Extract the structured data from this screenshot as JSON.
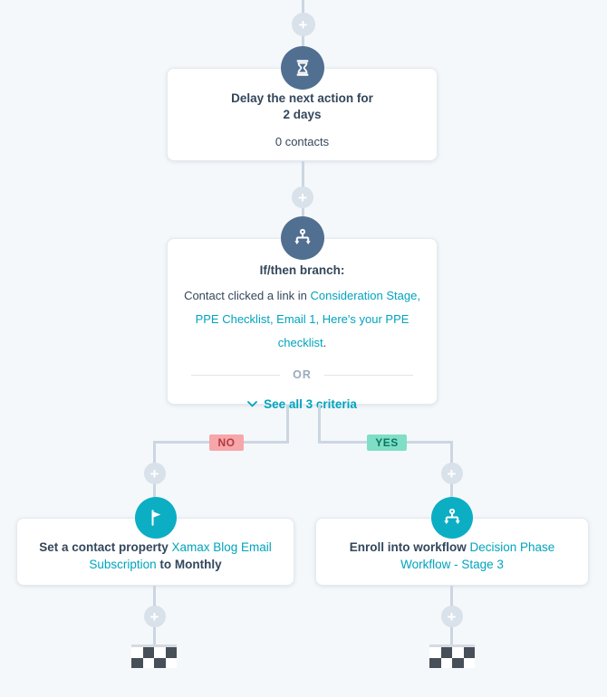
{
  "workflow": {
    "plus_label": "+",
    "delay_card": {
      "title_line1": "Delay the next action for",
      "title_line2": "2 days",
      "contacts_label": "0 contacts"
    },
    "ifthen_card": {
      "title": "If/then branch:",
      "condition_prefix": "Contact clicked a link in ",
      "condition_link": "Consideration Stage, PPE Checklist, Email 1, Here's your PPE checklist",
      "condition_suffix": ".",
      "or_label": "OR",
      "see_all_label": "See all 3 criteria"
    },
    "branch_labels": {
      "no": "NO",
      "yes": "YES"
    },
    "set_property_card": {
      "prefix": "Set a contact property ",
      "link": "Xamax Blog Email Subscription",
      "suffix": " to Monthly"
    },
    "enroll_card": {
      "prefix": "Enroll into workflow ",
      "link": "Decision Phase Workflow - Stage 3"
    }
  },
  "icons": {
    "delay": "hourglass-icon",
    "branch": "split-branch-icon",
    "set_property": "flag-icon",
    "enroll": "split-branch-icon",
    "add": "plus-icon",
    "see_all": "chevron-down-icon",
    "goal": "checkered-flag"
  },
  "colors": {
    "canvas_bg": "#f5f8fa",
    "connector": "#cbd6e2",
    "plus_circle": "#d9e1eb",
    "slate_icon_bg": "#516f90",
    "teal_icon_bg": "#0caec4",
    "link_teal": "#00a4bd",
    "text_dark": "#33475b",
    "or_gray": "#9aabbe",
    "no_badge_bg": "#f7a6aa",
    "no_badge_text": "#b23b41",
    "yes_badge_bg": "#7fdfc6",
    "yes_badge_text": "#0b7663",
    "flag_dark_square": "#474f58"
  }
}
